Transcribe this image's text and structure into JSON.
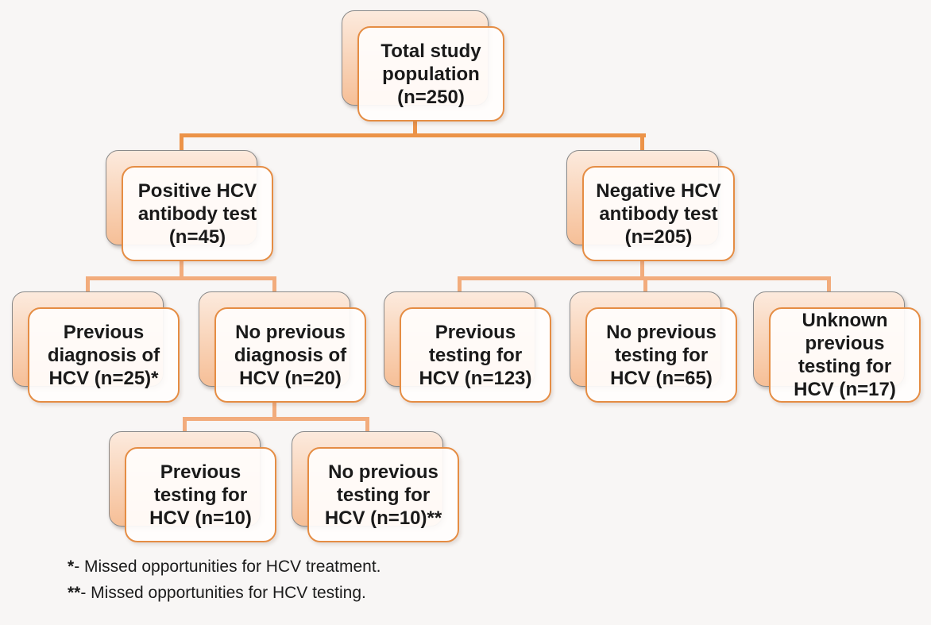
{
  "nodes": {
    "total": {
      "label": "Total study\npopulation\n(n=250)"
    },
    "positive": {
      "label": "Positive HCV\nantibody test\n(n=45)"
    },
    "negative": {
      "label": "Negative HCV\nantibody test\n(n=205)"
    },
    "prev_diagnosis": {
      "label": "Previous\ndiagnosis of\nHCV (n=25)*"
    },
    "no_prev_diagnosis": {
      "label": "No previous\ndiagnosis of\nHCV (n=20)"
    },
    "neg_prev_testing": {
      "label": "Previous\ntesting for\nHCV (n=123)"
    },
    "neg_no_prev_testing": {
      "label": "No previous\ntesting for\nHCV (n=65)"
    },
    "neg_unknown_testing": {
      "label": "Unknown\nprevious\ntesting for\nHCV (n=17)"
    },
    "pos_prev_testing": {
      "label": "Previous\ntesting for\nHCV (n=10)"
    },
    "pos_no_prev_testing": {
      "label": "No previous\ntesting for\nHCV (n=10)**"
    }
  },
  "footnotes": [
    {
      "marker": "*",
      "text": "- Missed opportunities for HCV treatment."
    },
    {
      "marker": "**",
      "text": "- Missed opportunities for HCV testing."
    }
  ],
  "colors": {
    "background": "#F8F6F5",
    "connector_strong": "#EC9348",
    "connector_light": "#F2AC7C",
    "node_border": "#E58D44",
    "back_gradient_top": "#FCEADD",
    "back_gradient_bottom": "#F6BF97",
    "back_border": "#8A8A8A",
    "text": "#1A1A1A"
  }
}
